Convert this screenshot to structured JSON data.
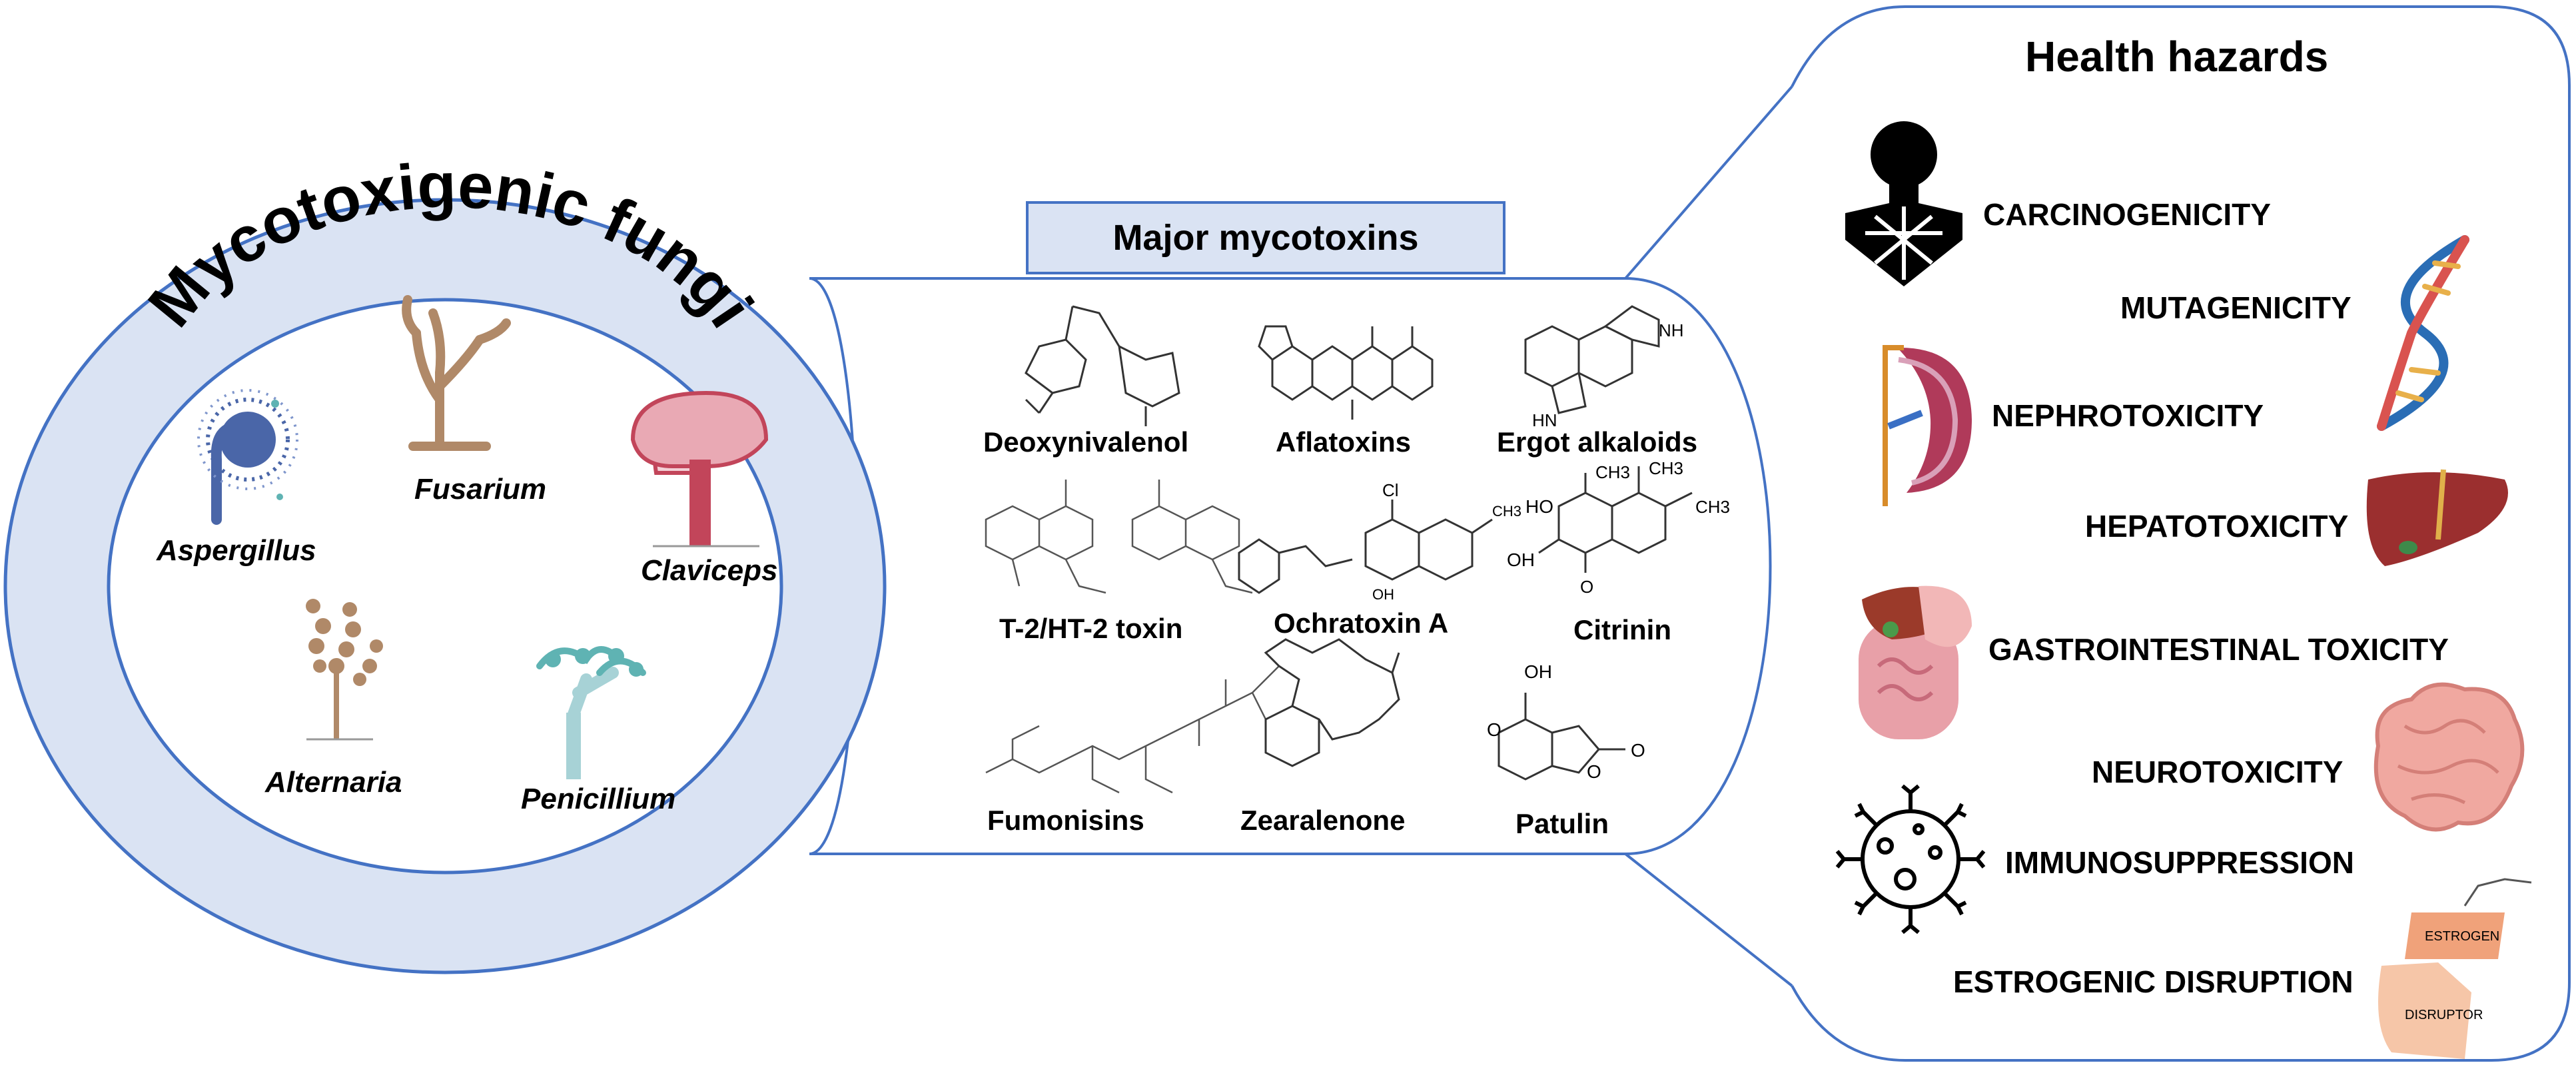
{
  "fungi": {
    "title": "Mycotoxigenic fungi",
    "species": [
      "Aspergillus",
      "Fusarium",
      "Claviceps",
      "Alternaria",
      "Penicillium"
    ]
  },
  "mycotoxins": {
    "title": "Major mycotoxins",
    "items": [
      "Deoxynivalenol",
      "Aflatoxins",
      "Ergot alkaloids",
      "T-2/HT-2 toxin",
      "Ochratoxin A",
      "Citrinin",
      "Fumonisins",
      "Zearalenone",
      "Patulin"
    ],
    "structure_text": {
      "ergot_nh": "NH",
      "ergot_hn": "HN",
      "ochra_cl": "Cl",
      "ochra_ch3": "CH3",
      "ochra_oh": "OH",
      "citrinin_ho": "HO",
      "citrinin_oh": "OH",
      "citrinin_ch3a": "CH3",
      "citrinin_ch3b": "CH3",
      "citrinin_ch3c": "CH3",
      "citrinin_o": "O",
      "patulin_oh": "OH",
      "patulin_o1": "O",
      "patulin_o2": "O",
      "patulin_o3": "O"
    }
  },
  "hazards": {
    "title": "Health hazards",
    "items": [
      "CARCINOGENICITY",
      "MUTAGENICITY",
      "NEPHROTOXICITY",
      "HEPATOTOXICITY",
      "GASTROINTESTINAL TOXICITY",
      "NEUROTOXICITY",
      "IMMUNOSUPPRESSION",
      "ESTROGENIC DISRUPTION"
    ],
    "icon_text": {
      "estrogen": "ESTROGEN",
      "disruptor": "DISRUPTOR"
    }
  },
  "colors": {
    "outline": "#4472c4",
    "fill_light": "#dae3f3",
    "fungi_brown": "#b08968",
    "aspergillus_blue": "#4a66a8",
    "penicillium_teal": "#5fb3b3",
    "claviceps_pink": "#c2455a"
  }
}
